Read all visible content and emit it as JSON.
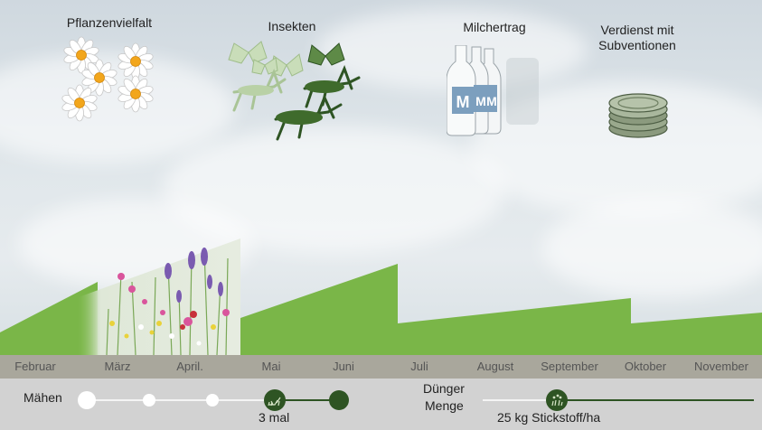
{
  "stats": {
    "plant_diversity": "Pflanzenvielfalt",
    "insects": "Insekten",
    "milk_yield": "Milchertrag",
    "earnings_line1": "Verdienst mit",
    "earnings_line2": "Subventionen",
    "milk_letter": "M"
  },
  "months": [
    "Februar",
    "März",
    "April.",
    "Mai",
    "Juni",
    "Juli",
    "August",
    "September",
    "Oktober",
    "November"
  ],
  "mowing": {
    "label": "Mähen",
    "value_text": "3 mal",
    "level": 3,
    "max": 5
  },
  "fertilizer": {
    "label_line1": "Dünger",
    "label_line2": "Menge",
    "value_text": "25 kg Stickstoff/ha",
    "level_fraction": 0.27
  },
  "colors": {
    "grass": "#7ab648",
    "dark_green": "#2e5423",
    "insect_light": "#b7d3a4",
    "insect_dark": "#3f6b2c"
  }
}
